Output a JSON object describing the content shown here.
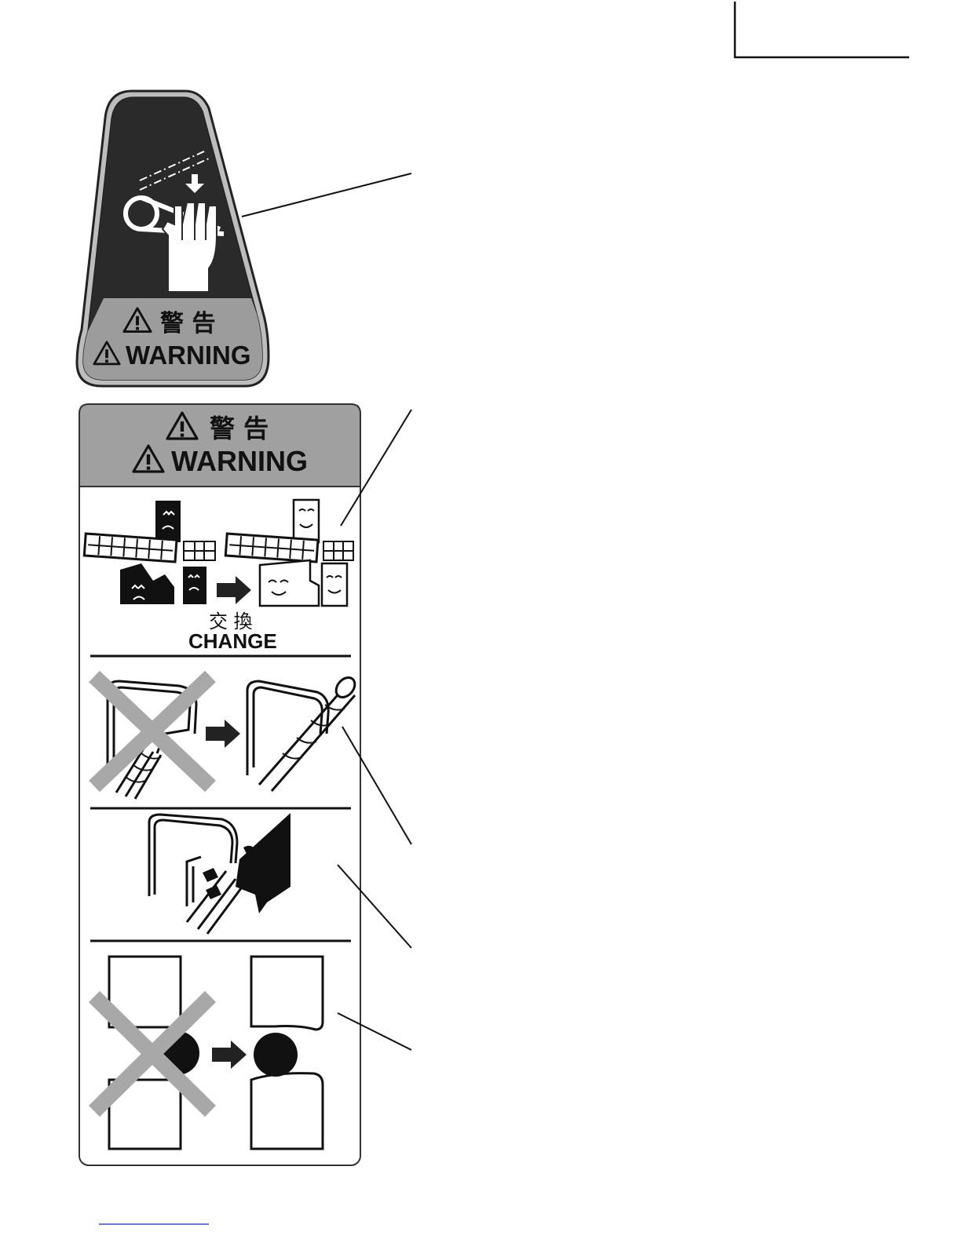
{
  "labels": {
    "top_label": {
      "warning_jp": "警 告",
      "warning_en": "WARNING"
    },
    "main_label": {
      "warning_jp": "警 告",
      "warning_en": "WARNING",
      "change_jp": "交 換",
      "change_en": "CHANGE"
    }
  },
  "colors": {
    "label_dark": "#2a2a2a",
    "header_gray": "#a0a0a0",
    "cross_gray": "#a8a8a8",
    "ink": "#111111"
  },
  "icons": [
    "warning-triangle-icon",
    "arrow-right-icon",
    "hand-icon",
    "prohibited-cross-icon"
  ]
}
